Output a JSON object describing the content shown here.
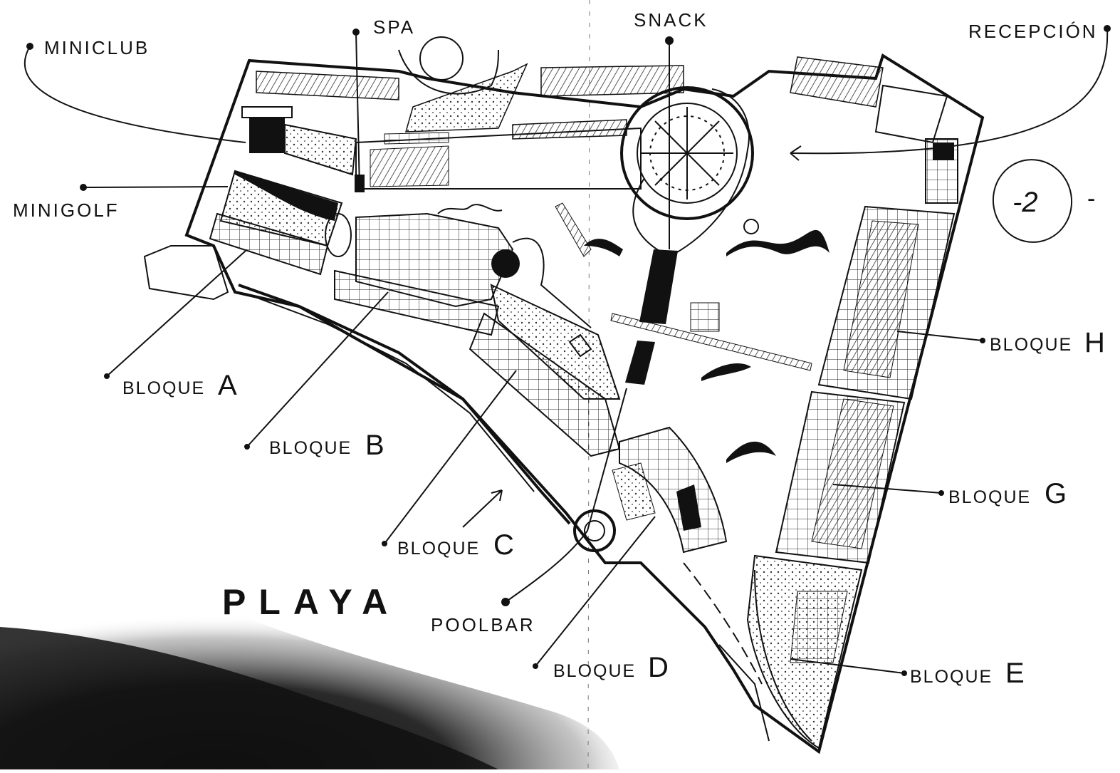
{
  "map": {
    "labels": {
      "miniclub": "MINICLUB",
      "spa": "SPA",
      "snack": "SNACK",
      "recepcion": "RECEPCIÓN",
      "minigolf": "MINIGOLF",
      "poolbar": "POOLBAR",
      "playa": "PLAYA",
      "page_number": "-2",
      "page_dash": "-"
    },
    "blocks": [
      {
        "word": "BLOQUE",
        "letter": "A"
      },
      {
        "word": "BLOQUE",
        "letter": "B"
      },
      {
        "word": "BLOQUE",
        "letter": "C"
      },
      {
        "word": "BLOQUE",
        "letter": "D"
      },
      {
        "word": "BLOQUE",
        "letter": "E"
      },
      {
        "word": "BLOQUE",
        "letter": "G"
      },
      {
        "word": "BLOQUE",
        "letter": "H"
      }
    ],
    "colors": {
      "ink": "#111111",
      "paper": "#ffffff",
      "shadow": "#1a1a1a"
    }
  }
}
